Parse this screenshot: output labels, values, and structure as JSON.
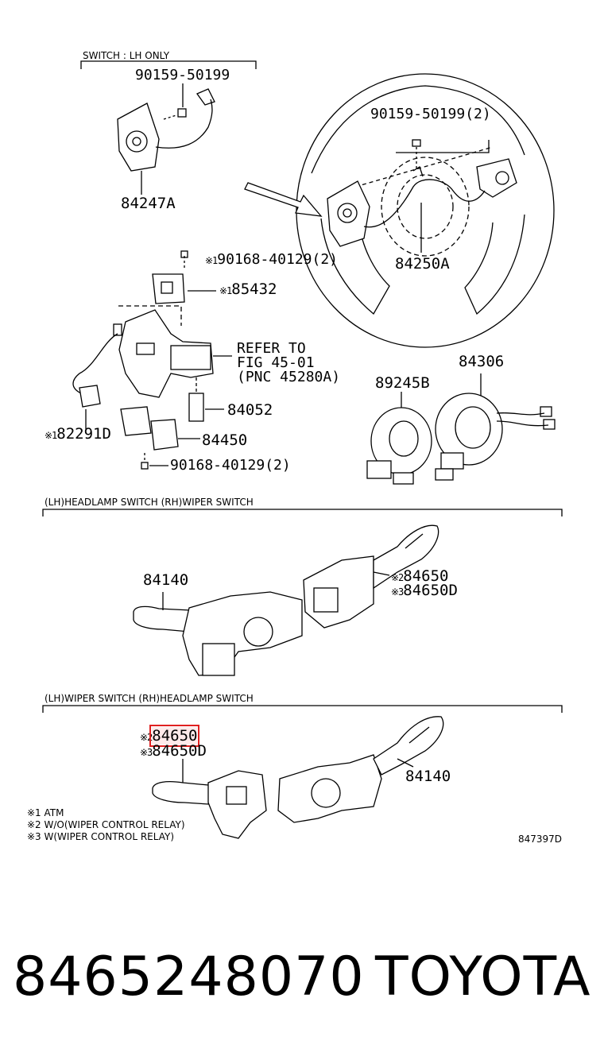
{
  "sections": {
    "top_caption": "SWITCH : LH ONLY",
    "mid_caption": "(LH)HEADLAMP SWITCH  (RH)WIPER SWITCH",
    "low_caption": "(LH)WIPER SWITCH  (RH)HEADLAMP SWITCH"
  },
  "marks": {
    "m1": "※1",
    "m2": "※2",
    "m3": "※3"
  },
  "parts": {
    "p90159_top": "90159-50199",
    "p84247A": "84247A",
    "p90159_right": "90159-50199(2)",
    "p84250A": "84250A",
    "p90168_top": "90168-40129(2)",
    "p85432": "85432",
    "refer1": "REFER TO",
    "refer2": "FIG 45-01",
    "refer3": "(PNC 45280A)",
    "p89245B": "89245B",
    "p84306": "84306",
    "p84052": "84052",
    "p82291D": "82291D",
    "p84450": "84450",
    "p90168_bot": "90168-40129(2)",
    "p84140_mid": "84140",
    "p84650_mid": "84650",
    "p84650D_mid": "84650D",
    "p84650_low": "84650",
    "p84650D_low": "84650D",
    "p84140_low": "84140"
  },
  "notes": {
    "n1": "※1 ATM",
    "n2": "※2 W/O(WIPER CONTROL RELAY)",
    "n3": "※3 W(WIPER CONTROL RELAY)"
  },
  "figure_id": "847397D",
  "footer": {
    "part_number": "8465248070",
    "brand": "TOYOTA"
  }
}
